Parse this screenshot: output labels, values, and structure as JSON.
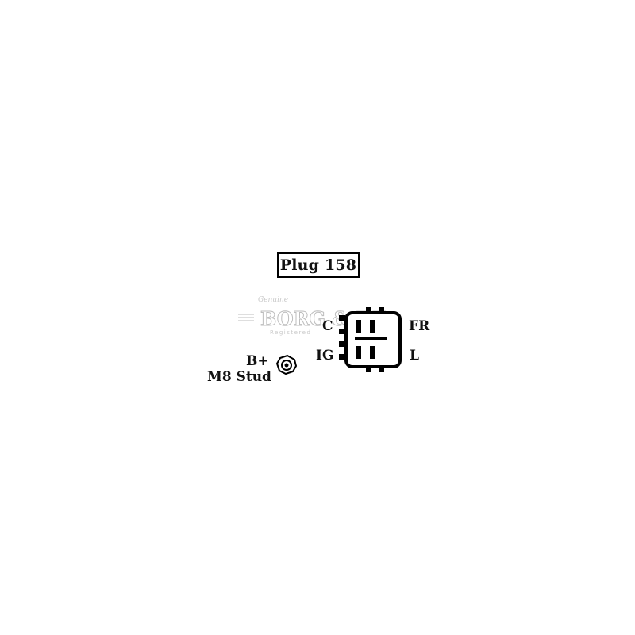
{
  "title": "Plug 158",
  "connector": {
    "pins": {
      "top_left": "C",
      "top_right": "FR",
      "bottom_left": "IG",
      "bottom_right": "L"
    }
  },
  "stud": {
    "terminal": "B+",
    "size": "M8 Stud"
  },
  "watermark": {
    "brand": "BORG & BECK",
    "script": "Genuine",
    "tagline": "Registered"
  }
}
